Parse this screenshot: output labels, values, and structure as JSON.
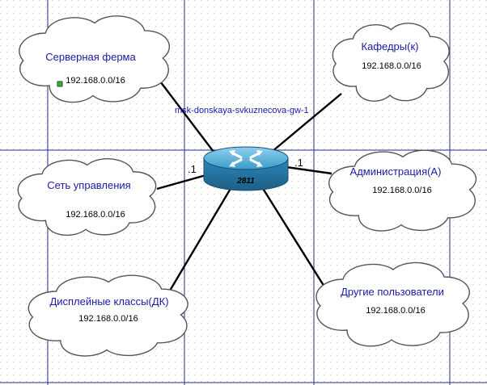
{
  "router": {
    "hostname": "msk-donskaya-svkuznecova-gw-1",
    "model": "2811",
    "left_interface": ".1",
    "right_interface": ".1",
    "icon": "router-icon"
  },
  "networks": {
    "server_farm": {
      "name": "Серверная ферма",
      "ip": "192.168.0.0/16"
    },
    "departments": {
      "name": "Кафедры(к)",
      "ip": "192.168.0.0/16"
    },
    "management": {
      "name": "Сеть управления",
      "ip": "192.168.0.0/16"
    },
    "administration": {
      "name": "Администрация(А)",
      "ip": "192.168.0.0/16"
    },
    "display_classes": {
      "name": "Дисплейные классы(ДК)",
      "ip": "192.168.0.0/16"
    },
    "other_users": {
      "name": "Другие пользователи",
      "ip": "192.168.0.0/16"
    }
  },
  "colors": {
    "label_blue": "#1a1aa6",
    "guide_line": "#1f2a8a",
    "router_body": "#2f8fc0",
    "grid_dot": "#bcc4cc"
  }
}
